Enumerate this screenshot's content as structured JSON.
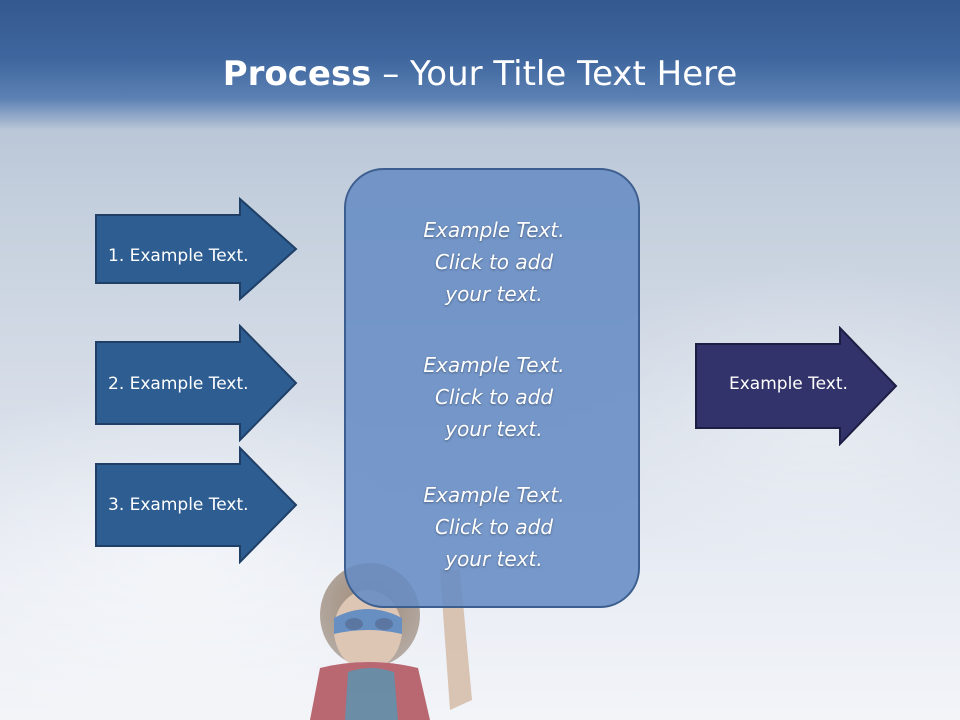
{
  "title": {
    "bold": "Process",
    "rest": " – Your Title Text Here"
  },
  "left_arrows": [
    {
      "label": "1. Example Text."
    },
    {
      "label": "2. Example Text."
    },
    {
      "label": "3. Example Text."
    }
  ],
  "center_box": {
    "blocks": [
      {
        "line1": "Example Text.",
        "line2": "Click  to add",
        "line3": "your text."
      },
      {
        "line1": "Example Text.",
        "line2": "Click  to add",
        "line3": "your text."
      },
      {
        "line1": "Example Text.",
        "line2": "Click  to add",
        "line3": "your text."
      }
    ]
  },
  "right_arrow": {
    "label": "Example Text."
  },
  "colors": {
    "title_band": "#3f679e",
    "left_arrow_fill": "#2e5d92",
    "right_arrow_fill": "#33336b",
    "center_box_fill": "#668cc4"
  }
}
